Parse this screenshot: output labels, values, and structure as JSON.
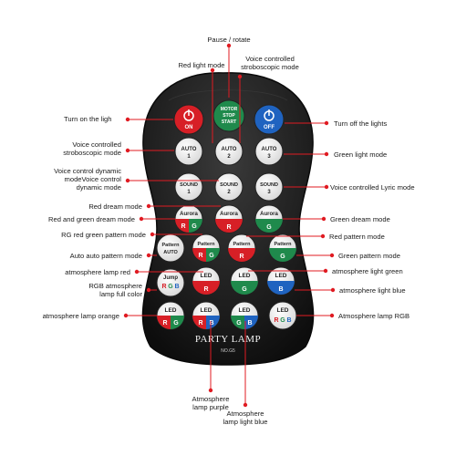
{
  "remote": {
    "brand": "PARTY LAMP",
    "model": "NO.G5",
    "colors": {
      "body": "#1c1c1c",
      "button_white": "#f2f2f2",
      "button_red": "#d71f26",
      "button_green": "#1f8a4c",
      "button_blue": "#1f63c0",
      "leader": "#e01b22"
    },
    "buttons": {
      "on": {
        "text": "ON",
        "icon": "power-icon"
      },
      "motor": {
        "l1": "MOTOR",
        "l2": "STOP",
        "l3": "START"
      },
      "off": {
        "text": "OFF",
        "icon": "power-icon"
      },
      "auto1": {
        "l1": "AUTO",
        "l2": "1"
      },
      "auto2": {
        "l1": "AUTO",
        "l2": "2"
      },
      "auto3": {
        "l1": "AUTO",
        "l2": "3"
      },
      "sound1": {
        "l1": "SOUND",
        "l2": "1"
      },
      "sound2": {
        "l1": "SOUND",
        "l2": "2"
      },
      "sound3": {
        "l1": "SOUND",
        "l2": "3"
      },
      "aurora_rg": {
        "l1": "Aurora",
        "c1": "R",
        "c2": "G"
      },
      "aurora_r": {
        "l1": "Aurora",
        "c1": "R"
      },
      "aurora_g": {
        "l1": "Aurora",
        "c1": "G"
      },
      "pattern_auto": {
        "l1": "Pattern",
        "l2": "AUTO"
      },
      "pattern_rg": {
        "l1": "Pattern",
        "c1": "R",
        "c2": "G"
      },
      "pattern_r": {
        "l1": "Pattern",
        "c1": "R"
      },
      "pattern_g": {
        "l1": "Pattern",
        "c1": "G"
      },
      "jump": {
        "l1": "Jump",
        "c1": "R",
        "c2": "G",
        "c3": "B"
      },
      "led_r": {
        "l1": "LED",
        "c1": "R"
      },
      "led_g": {
        "l1": "LED",
        "c1": "G"
      },
      "led_b": {
        "l1": "LED",
        "c1": "B"
      },
      "led_rg": {
        "l1": "LED",
        "c1": "R",
        "c2": "G"
      },
      "led_rb": {
        "l1": "LED",
        "c1": "R",
        "c2": "B"
      },
      "led_gb": {
        "l1": "LED",
        "c1": "G",
        "c2": "B"
      },
      "led_rgb": {
        "l1": "LED",
        "c1": "R",
        "c2": "G",
        "c3": "B"
      }
    }
  },
  "labels": {
    "pause_rotate": "Pause / rotate",
    "red_light_mode": "Red light mode",
    "voice_strobe_top_1": "Voice controlled",
    "voice_strobe_top_2": "stroboscopic mode",
    "turn_on": "Turn on the ligh",
    "turn_off": "Turn off the lights",
    "voice_strobe_left_1": "Voice controlled",
    "voice_strobe_left_2": "stroboscopic mode",
    "green_light_mode": "Green light mode",
    "voice_dynamic_1": "Voice control dynamic",
    "voice_dynamic_2": "modeVoice control",
    "voice_dynamic_3": "dynamic mode",
    "voice_lyric": "Voice controlled Lyric mode",
    "red_dream": "Red dream mode",
    "red_green_dream": "Red and green dream mode",
    "green_dream": "Green dream mode",
    "rg_red_green_pattern": "RG red green pattern mode",
    "red_pattern": "Red pattern mode",
    "auto_pattern": "Auto auto pattern mode",
    "green_pattern": "Green pattern mode",
    "atmo_red": "atmosphere lamp red",
    "atmo_light_green": "atmosphere light green",
    "rgb_full_1": "RGB atmosphere",
    "rgb_full_2": "lamp full color",
    "atmo_light_blue": "atmosphere light blue",
    "atmo_orange": "atmosphere lamp orange",
    "atmo_rgb": "Atmosphere lamp RGB",
    "atmo_purple_1": "Atmosphere",
    "atmo_purple_2": "lamp purple",
    "atmo_lightblue_1": "Atmosphere",
    "atmo_lightblue_2": "lamp light blue"
  }
}
